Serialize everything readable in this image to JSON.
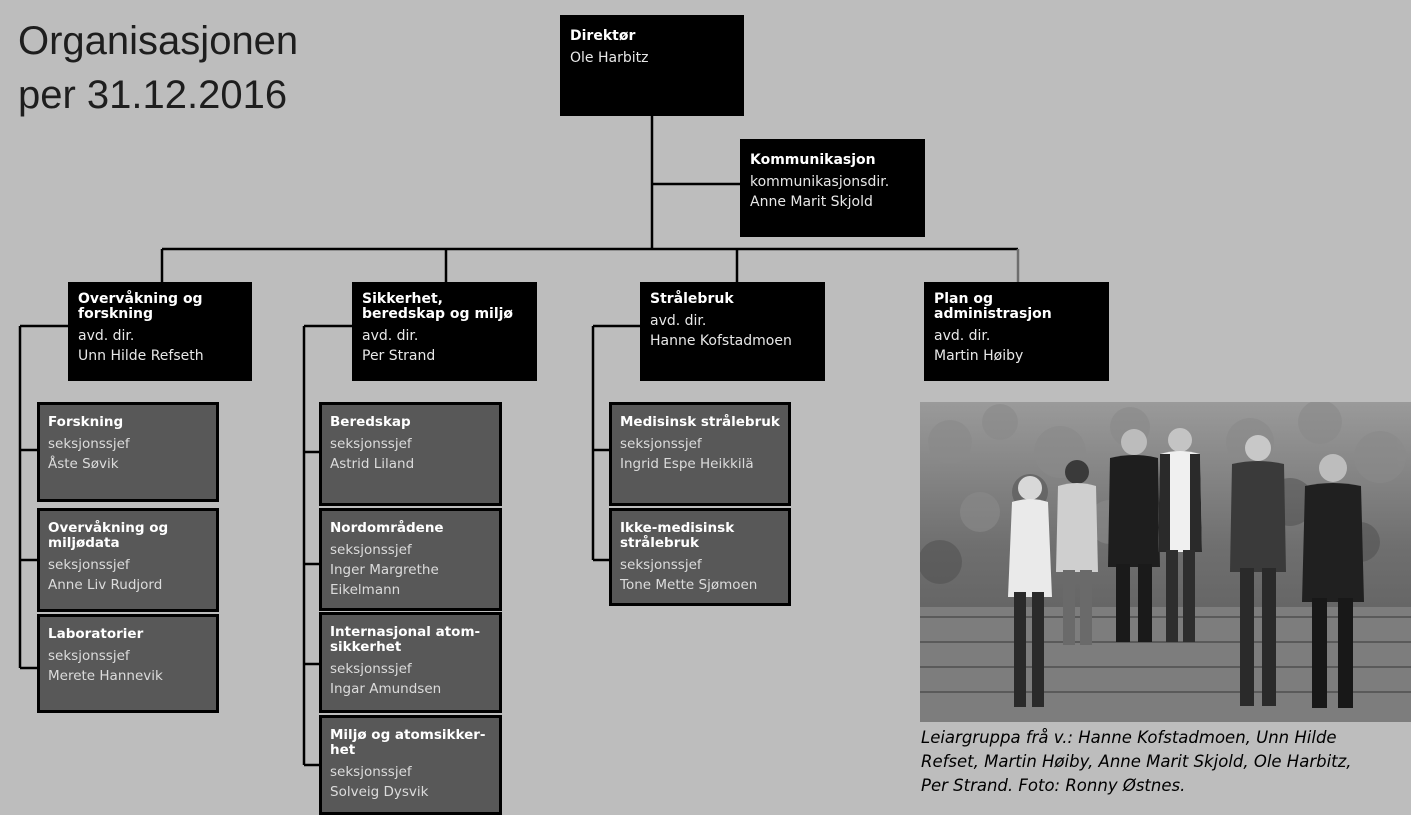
{
  "title": {
    "line1": "Organisasjonen",
    "line2": "per 31.12.2016"
  },
  "director": {
    "name": "Direktør",
    "person": "Ole Harbitz"
  },
  "communication": {
    "name": "Kommunikasjon",
    "role": "kommunikasjonsdir.",
    "person": "Anne Marit Skjold"
  },
  "departments": [
    {
      "name": "Overvåkning og forskning",
      "role": "avd. dir.",
      "person": "Unn Hilde Refseth"
    },
    {
      "name": "Sikkerhet, beredskap og miljø",
      "role": "avd. dir.",
      "person": "Per Strand"
    },
    {
      "name": "Strålebruk",
      "role": "avd. dir.",
      "person": "Hanne Kofstadmoen"
    },
    {
      "name": "Plan og administrasjon",
      "role": "avd. dir.",
      "person": "Martin Høiby"
    }
  ],
  "sections": {
    "overvakning": [
      {
        "name": "Forskning",
        "role": "seksjonssjef",
        "person": "Åste Søvik"
      },
      {
        "name": "Overvåkning og miljødata",
        "role": "seksjonssjef",
        "person": "Anne Liv Rudjord"
      },
      {
        "name": "Laboratorier",
        "role": "seksjonssjef",
        "person": "Merete Hannevik"
      }
    ],
    "sikkerhet": [
      {
        "name": "Beredskap",
        "role": "seksjonssjef",
        "person": "Astrid Liland"
      },
      {
        "name": "Nordområdene",
        "role": "seksjonssjef",
        "person": "Inger Margrethe Eikelmann"
      },
      {
        "name": "Internasjonal atom-sikkerhet",
        "role": "seksjonssjef",
        "person": "Ingar Amundsen"
      },
      {
        "name": "Miljø og atomsikker-het",
        "role": "seksjonssjef",
        "person": "Solveig Dysvik"
      }
    ],
    "stralebruk": [
      {
        "name": "Medisinsk strålebruk",
        "role": "seksjonssjef",
        "person": "Ingrid Espe Heikkilä"
      },
      {
        "name": "Ikke-medisinsk strålebruk",
        "role": "seksjonssjef",
        "person": "Tone Mette Sjømoen"
      }
    ]
  },
  "caption": {
    "line1": "Leiargruppa frå v.: Hanne Kofstadmoen, Unn Hilde",
    "line2": "Refset, Martin Høiby, Anne Marit Skjold, Ole Harbitz,",
    "line3": "Per Strand. Foto: Ronny Østnes."
  }
}
